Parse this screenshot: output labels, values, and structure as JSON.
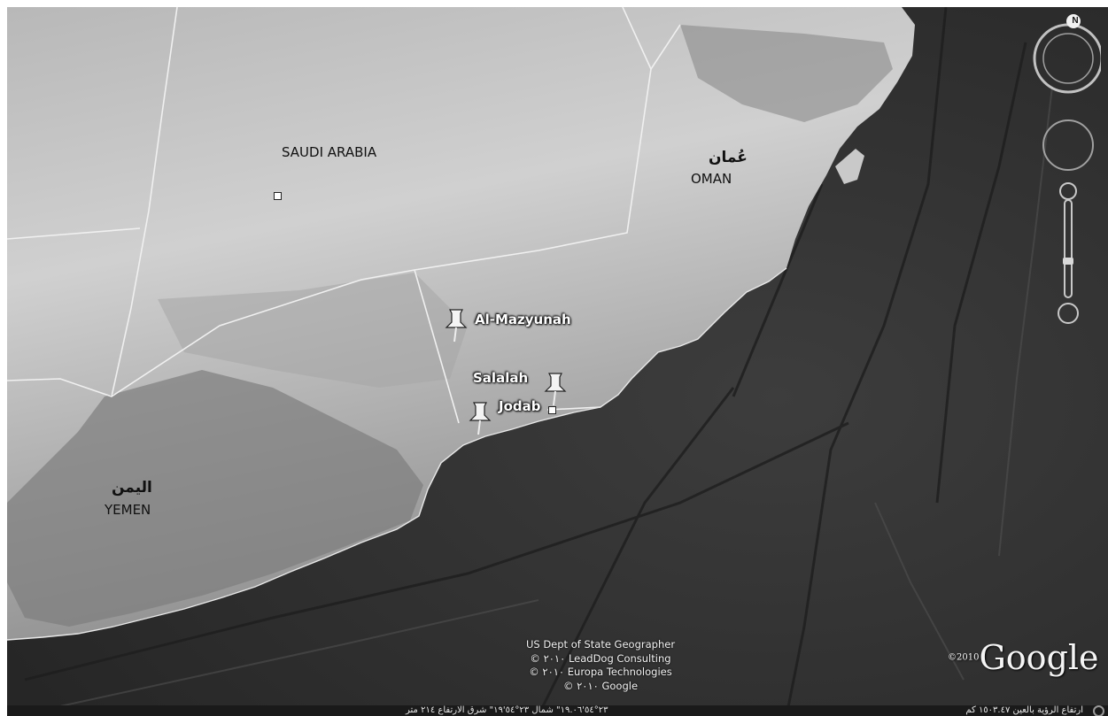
{
  "map": {
    "country_labels": {
      "saudi_en": "SAUDI ARABIA",
      "oman_ar": "عُمان",
      "oman_en": "OMAN",
      "yemen_ar": "اليمن",
      "yemen_en": "YEMEN"
    },
    "placemarks": {
      "al_mazyunah": "Al-Mazyunah",
      "salalah": "Salalah",
      "jodab": "Jodab"
    },
    "attribution": [
      "US Dept of State Geographer",
      "© ٢٠١٠ LeadDog Consulting",
      "© ٢٠١٠ Europa Technologies",
      "© ٢٠١٠ Google"
    ],
    "logo": {
      "year": "©2010",
      "name": "Google"
    }
  },
  "navigation": {
    "compass_label": "N"
  },
  "status_bar": {
    "coordinates": "٢٣°٥٤'١٩.٠٦\" شمال  ٢٣°٥٤'١٩\" شرق  الارتفاع ٢١٤ متر",
    "eye_altitude": "ارتفاع الرؤية بالعين ١٥٠٣.٤٧ كم"
  },
  "colors": {
    "sea": "#2f2f2f",
    "land_light": "#d2d2d2",
    "land_mid": "#9a9a9a",
    "border_line": "#f0f0f0"
  }
}
